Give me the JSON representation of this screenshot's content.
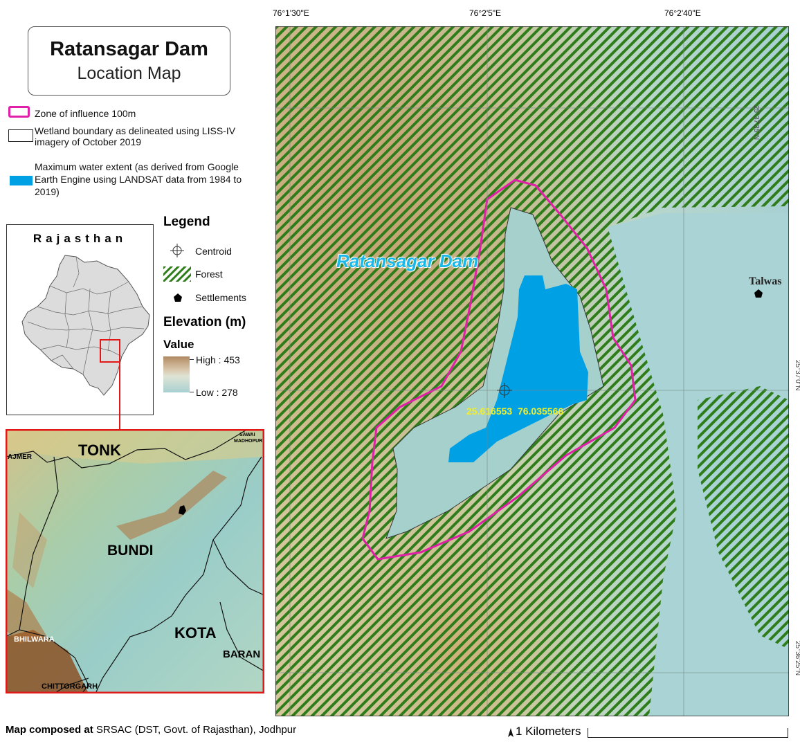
{
  "title": {
    "main": "Ratansagar Dam",
    "sub": "Location Map"
  },
  "top_legend": {
    "zone": "Zone of influence 100m",
    "wetland_line1": "Wetland boundary as delineated using LISS-IV",
    "wetland_line2": "imagery of October 2019",
    "water_line1": "Maximum water extent (as derived from Google",
    "water_line2": "Earth Engine using LANDSAT data from 1984 to",
    "water_line3": "2019)"
  },
  "legend": {
    "title": "Legend",
    "centroid": "Centroid",
    "forest": "Forest",
    "settlements": "Settlements",
    "elevation_title": "Elevation (m)",
    "value_title": "Value",
    "high": "High : 453",
    "low": "Low : 278"
  },
  "inset": {
    "state_title": "Rajasthan",
    "districts": {
      "tonk": "TONK",
      "ajmer": "AJMER",
      "sawai": "SAWAI",
      "madhopur": "MADHOPUR",
      "bundi": "BUNDI",
      "kota": "KOTA",
      "baran": "BARAN",
      "bhilwara": "BHILWARA",
      "chittorgarh": "CHITTORGARH"
    }
  },
  "map": {
    "top_ticks": [
      "76°1'30\"E",
      "76°2'5\"E",
      "76°2'40\"E"
    ],
    "right_ticks": [
      "25°37'35\"N",
      "25°37'0\"N",
      "25°36'25\"N"
    ],
    "dam_label": "Ratansagar Dam",
    "centroid_label": "25.616553  76.035566",
    "settlement_label": "Talwas"
  },
  "footer": {
    "composed_bold": "Map composed at",
    "composed_rest": "SRSAC (DST, Govt. of Rajasthan), Jodhpur",
    "scale": "1 Kilometers"
  },
  "colors": {
    "zone": "#e020a8",
    "water": "#00a0e4",
    "forest": "#2e7d1a",
    "label_cyan": "#19b8e8",
    "centroid_text": "#f2ee2a",
    "inset_border": "#e01818"
  }
}
